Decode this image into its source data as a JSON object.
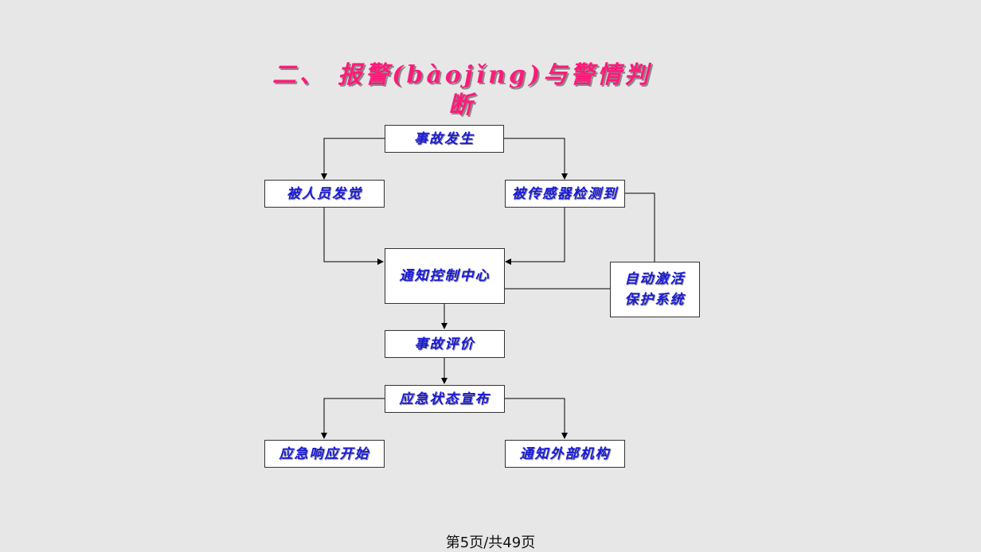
{
  "title": "二、 报警(bàojǐng)与警情判断",
  "nodes": {
    "accident": "事故发生",
    "human": "被人员发觉",
    "sensor": "被传感器检测到",
    "control": "通知控制中心",
    "auto_line1": "自动激活",
    "auto_line2": "保护系统",
    "evaluate": "事故评价",
    "declare": "应急状态宣布",
    "response": "应急响应开始",
    "notify": "通知外部机构"
  },
  "footer": "第5页/共49页",
  "colors": {
    "title": "#ff1a7a",
    "node_text": "#1a1ad8",
    "background": "#e7e7e7"
  }
}
